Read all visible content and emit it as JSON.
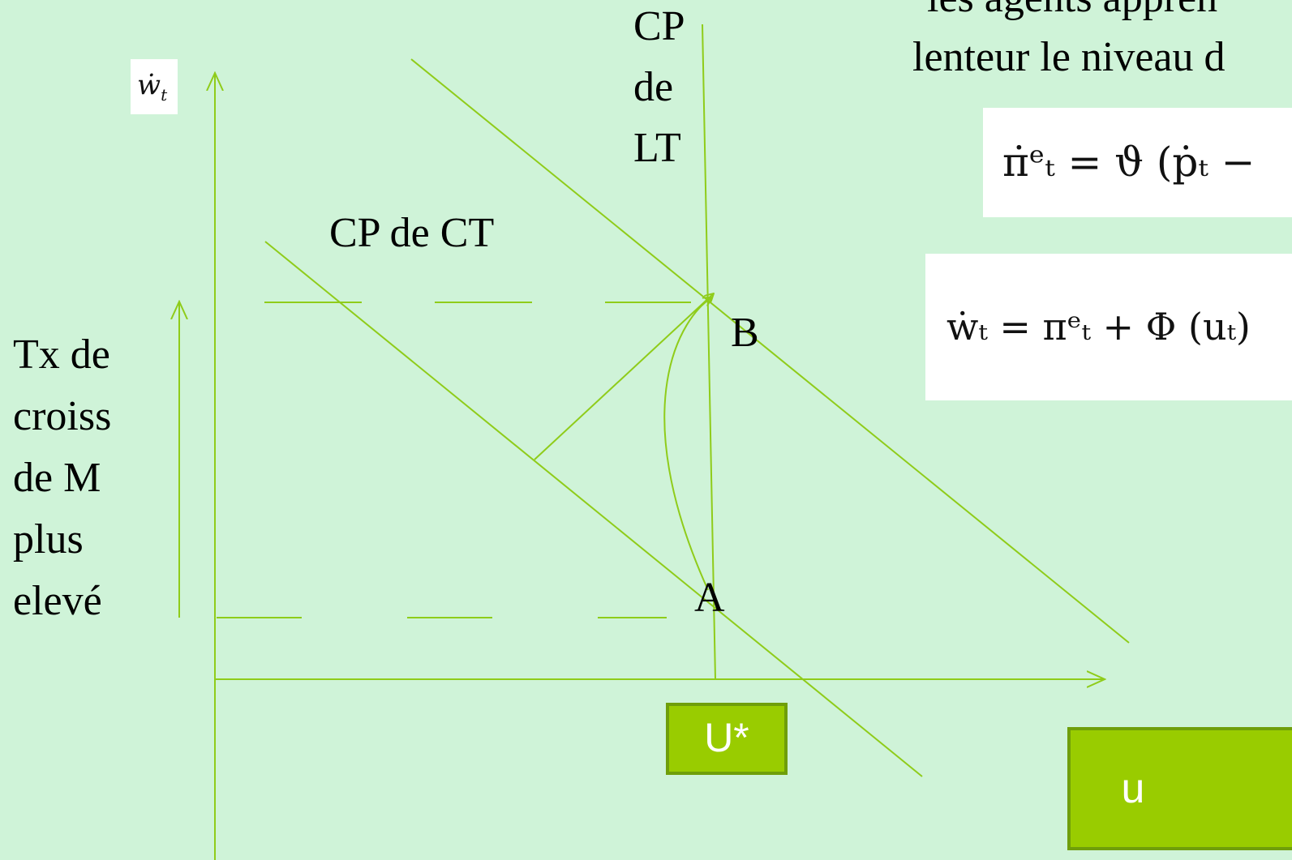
{
  "top_text": "les  agents appren",
  "top_text_line2": "lenteur  le niveau d",
  "labels": {
    "cp_lt_1": "CP",
    "cp_lt_2": "de",
    "cp_lt_3": "LT",
    "cp_ct": "CP de CT",
    "point_b": "B",
    "point_a": "A",
    "y_axis_math": "ẇ",
    "y_axis_sub": "t",
    "side_1": "Tx de",
    "side_2": "croiss",
    "side_3": "de M",
    "side_4": "plus",
    "side_5": "elevé"
  },
  "equations": {
    "eq1": "π̇ᵉₜ = ϑ (ṗₜ −",
    "eq2": "ẇₜ = πᵉₜ + Φ (uₜ)"
  },
  "boxes": {
    "u_star": "U*",
    "u": "u"
  },
  "colors": {
    "background": "#cff3d8",
    "line": "#8fcc1a",
    "box_fill": "#99cc00",
    "box_border": "#6f9e0a"
  }
}
